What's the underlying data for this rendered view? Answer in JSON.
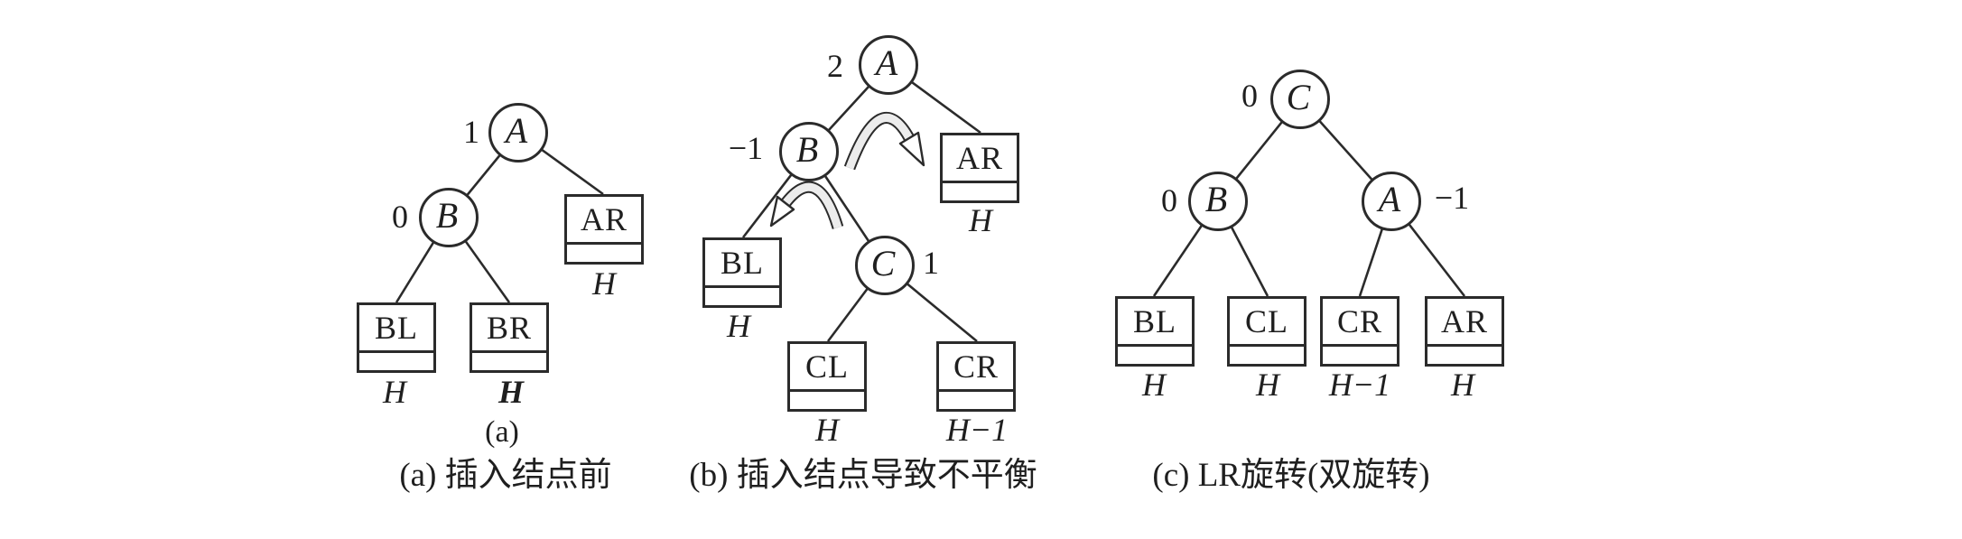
{
  "colors": {
    "ink": "#1f1f1f",
    "line": "#2b2b2b",
    "background": "#ffffff",
    "arrow_band_fill": "#ececec"
  },
  "panels": {
    "a": {
      "caption": "(a) 插入结点前",
      "sublabel": "(a)",
      "nodes": {
        "A": {
          "label": "A",
          "balance": "1"
        },
        "B": {
          "label": "B",
          "balance": "0"
        }
      },
      "leaves": {
        "AR": {
          "label": "AR",
          "height": "H"
        },
        "BL": {
          "label": "BL",
          "height": "H"
        },
        "BR": {
          "label": "BR",
          "height": "H"
        }
      }
    },
    "b": {
      "caption": "(b) 插入结点导致不平衡",
      "nodes": {
        "A": {
          "label": "A",
          "balance": "2"
        },
        "B": {
          "label": "B",
          "balance": "−1"
        },
        "C": {
          "label": "C",
          "balance": "1"
        }
      },
      "leaves": {
        "AR": {
          "label": "AR",
          "height": "H"
        },
        "BL": {
          "label": "BL",
          "height": "H"
        },
        "CL": {
          "label": "CL",
          "height": "H"
        },
        "CR": {
          "label": "CR",
          "height": "H−1"
        }
      },
      "rotation_arrows": [
        {
          "name": "rotate-right-toward-AR"
        },
        {
          "name": "rotate-left-toward-BL"
        }
      ]
    },
    "c": {
      "caption": "(c) LR旋转(双旋转)",
      "nodes": {
        "C": {
          "label": "C",
          "balance": "0"
        },
        "B": {
          "label": "B",
          "balance": "0"
        },
        "A": {
          "label": "A",
          "balance": "−1"
        }
      },
      "leaves": {
        "BL": {
          "label": "BL",
          "height": "H"
        },
        "CL": {
          "label": "CL",
          "height": "H"
        },
        "CR": {
          "label": "CR",
          "height": "H−1"
        },
        "AR": {
          "label": "AR",
          "height": "H"
        }
      }
    }
  }
}
